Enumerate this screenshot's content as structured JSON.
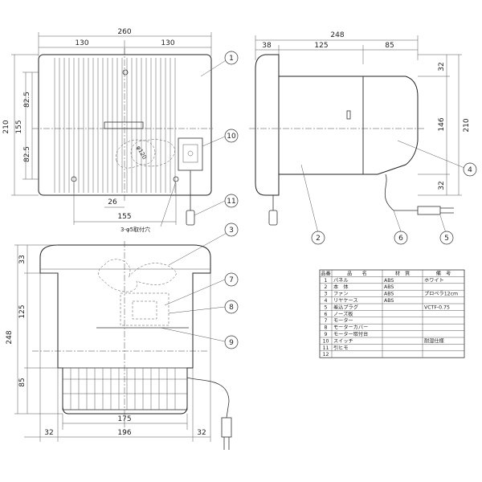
{
  "front_view": {
    "dims": {
      "total_width": "260",
      "half_left": "130",
      "half_right": "130",
      "height": "210",
      "upper": "82.5",
      "lower": "82.5",
      "mid": "155",
      "cord_offset": "26",
      "hole_span": "155"
    },
    "hole_note": "3-φ5取付穴",
    "fan_label": "φ120"
  },
  "side_view": {
    "dims": {
      "total_depth": "248",
      "front": "38",
      "mid": "125",
      "rear": "85",
      "top": "32",
      "center": "146",
      "bottom": "32",
      "height": "210"
    }
  },
  "bottom_view": {
    "dims": {
      "top": "33",
      "mid": "125",
      "total": "248",
      "lower": "85",
      "inner": "175",
      "width": "196",
      "left": "32",
      "right": "32"
    }
  },
  "callouts": [
    "1",
    "2",
    "3",
    "4",
    "5",
    "6",
    "7",
    "8",
    "9",
    "10",
    "11"
  ],
  "parts_table": {
    "headers": [
      "品番",
      "品　　名",
      "材　質",
      "備　考"
    ],
    "rows": [
      [
        "1",
        "パネル",
        "ABS",
        "ホワイト"
      ],
      [
        "2",
        "本　体",
        "ABS",
        ""
      ],
      [
        "3",
        "ファン",
        "ABS",
        "プロペラ12cm"
      ],
      [
        "4",
        "リヤケース",
        "ABS",
        ""
      ],
      [
        "5",
        "差込プラグ",
        "",
        "VCTF-0.75"
      ],
      [
        "6",
        "ノーズ板",
        "",
        ""
      ],
      [
        "7",
        "モーター",
        "",
        ""
      ],
      [
        "8",
        "モーターカバー",
        "",
        ""
      ],
      [
        "9",
        "モーター取付台",
        "",
        ""
      ],
      [
        "10",
        "スイッチ",
        "",
        "耐湿仕様"
      ],
      [
        "11",
        "引ヒモ",
        "",
        ""
      ],
      [
        "12",
        "",
        "",
        ""
      ]
    ]
  }
}
